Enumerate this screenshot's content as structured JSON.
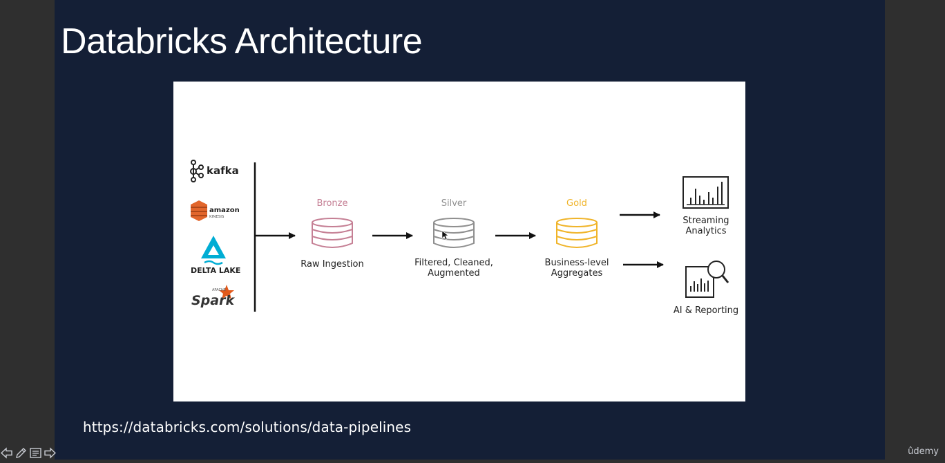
{
  "slide": {
    "title": "Databricks Architecture",
    "url": "https://databricks.com/solutions/data-pipelines",
    "brand": "ûdemy"
  },
  "diagram": {
    "sources": [
      {
        "label": "kafka",
        "icon": "kafka-logo"
      },
      {
        "label": "amazon",
        "sublabel": "KINESIS",
        "icon": "amazon-kinesis-logo"
      },
      {
        "label": "DELTA LAKE",
        "icon": "delta-lake-logo"
      },
      {
        "label": "Spark",
        "sublabel": "APACHE",
        "icon": "apache-spark-logo"
      }
    ],
    "stages": [
      {
        "tier": "Bronze",
        "caption": "Raw Ingestion",
        "color": "#c57f94"
      },
      {
        "tier": "Silver",
        "caption": [
          "Filtered, Cleaned,",
          "Augmented"
        ],
        "color": "#8f8f8f"
      },
      {
        "tier": "Gold",
        "caption": [
          "Business-level",
          "Aggregates"
        ],
        "color": "#f0b429"
      }
    ],
    "outputs": [
      {
        "label": [
          "Streaming",
          "Analytics"
        ],
        "icon": "bar-chart-icon"
      },
      {
        "label": [
          "AI & Reporting"
        ],
        "icon": "chart-magnifier-icon"
      }
    ]
  },
  "colors": {
    "slide_bg": "#141f36",
    "page_bg": "#2f2f2f",
    "ink": "#111111"
  }
}
